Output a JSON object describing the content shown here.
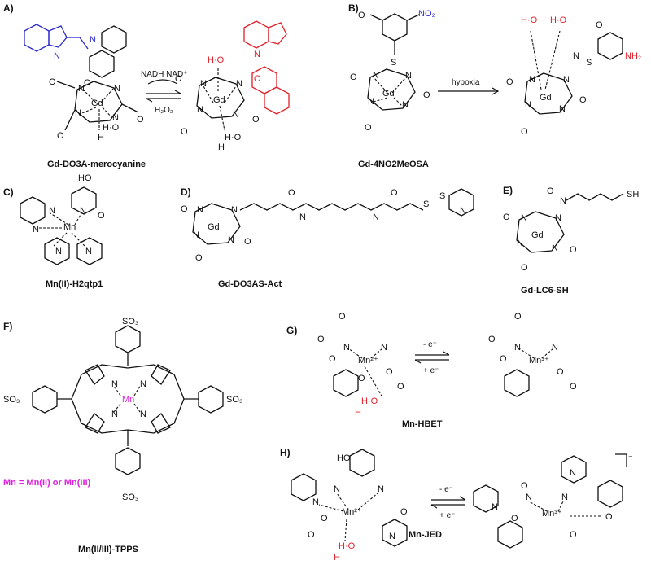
{
  "panels": [
    "A)",
    "B)",
    "C)",
    "D)",
    "E)",
    "F)",
    "G)",
    "H)"
  ],
  "captions": {
    "a": "Gd-DO3A-merocyanine",
    "b": "Gd-4NO2MeOSA",
    "c": "Mn(II)-H2qtp1",
    "d": "Gd-DO3AS-Act",
    "e": "Gd-LC6-SH",
    "f": "Mn(II/III)-TPPS",
    "g": "Mn-HBET",
    "h": "Mn-JED"
  },
  "reactions": {
    "a_top": "NADH  NAD⁺",
    "a_bottom": "H₂O₂",
    "b": "hypoxia",
    "g_top": "- e⁻",
    "g_bottom": "+ e⁻",
    "h_top": "- e⁻",
    "h_bottom": "+ e⁻"
  },
  "atoms": {
    "gd": "Gd",
    "mn": "Mn",
    "mn2": "Mn²⁺",
    "mn3": "Mn³⁺",
    "n": "N",
    "o": "O",
    "oh": "H·O",
    "h": "H",
    "no2": "NO₂",
    "nh2": "NH₂",
    "so3": "SO₃",
    "sh": "SH",
    "ho": "HO",
    "s": "S",
    "charge": "⁻"
  },
  "note_f": "Mn = Mn(II) or Mn(III)",
  "colors": {
    "blue": "#2a2ad0",
    "red": "#e0202a",
    "magenta": "#e020e0"
  }
}
